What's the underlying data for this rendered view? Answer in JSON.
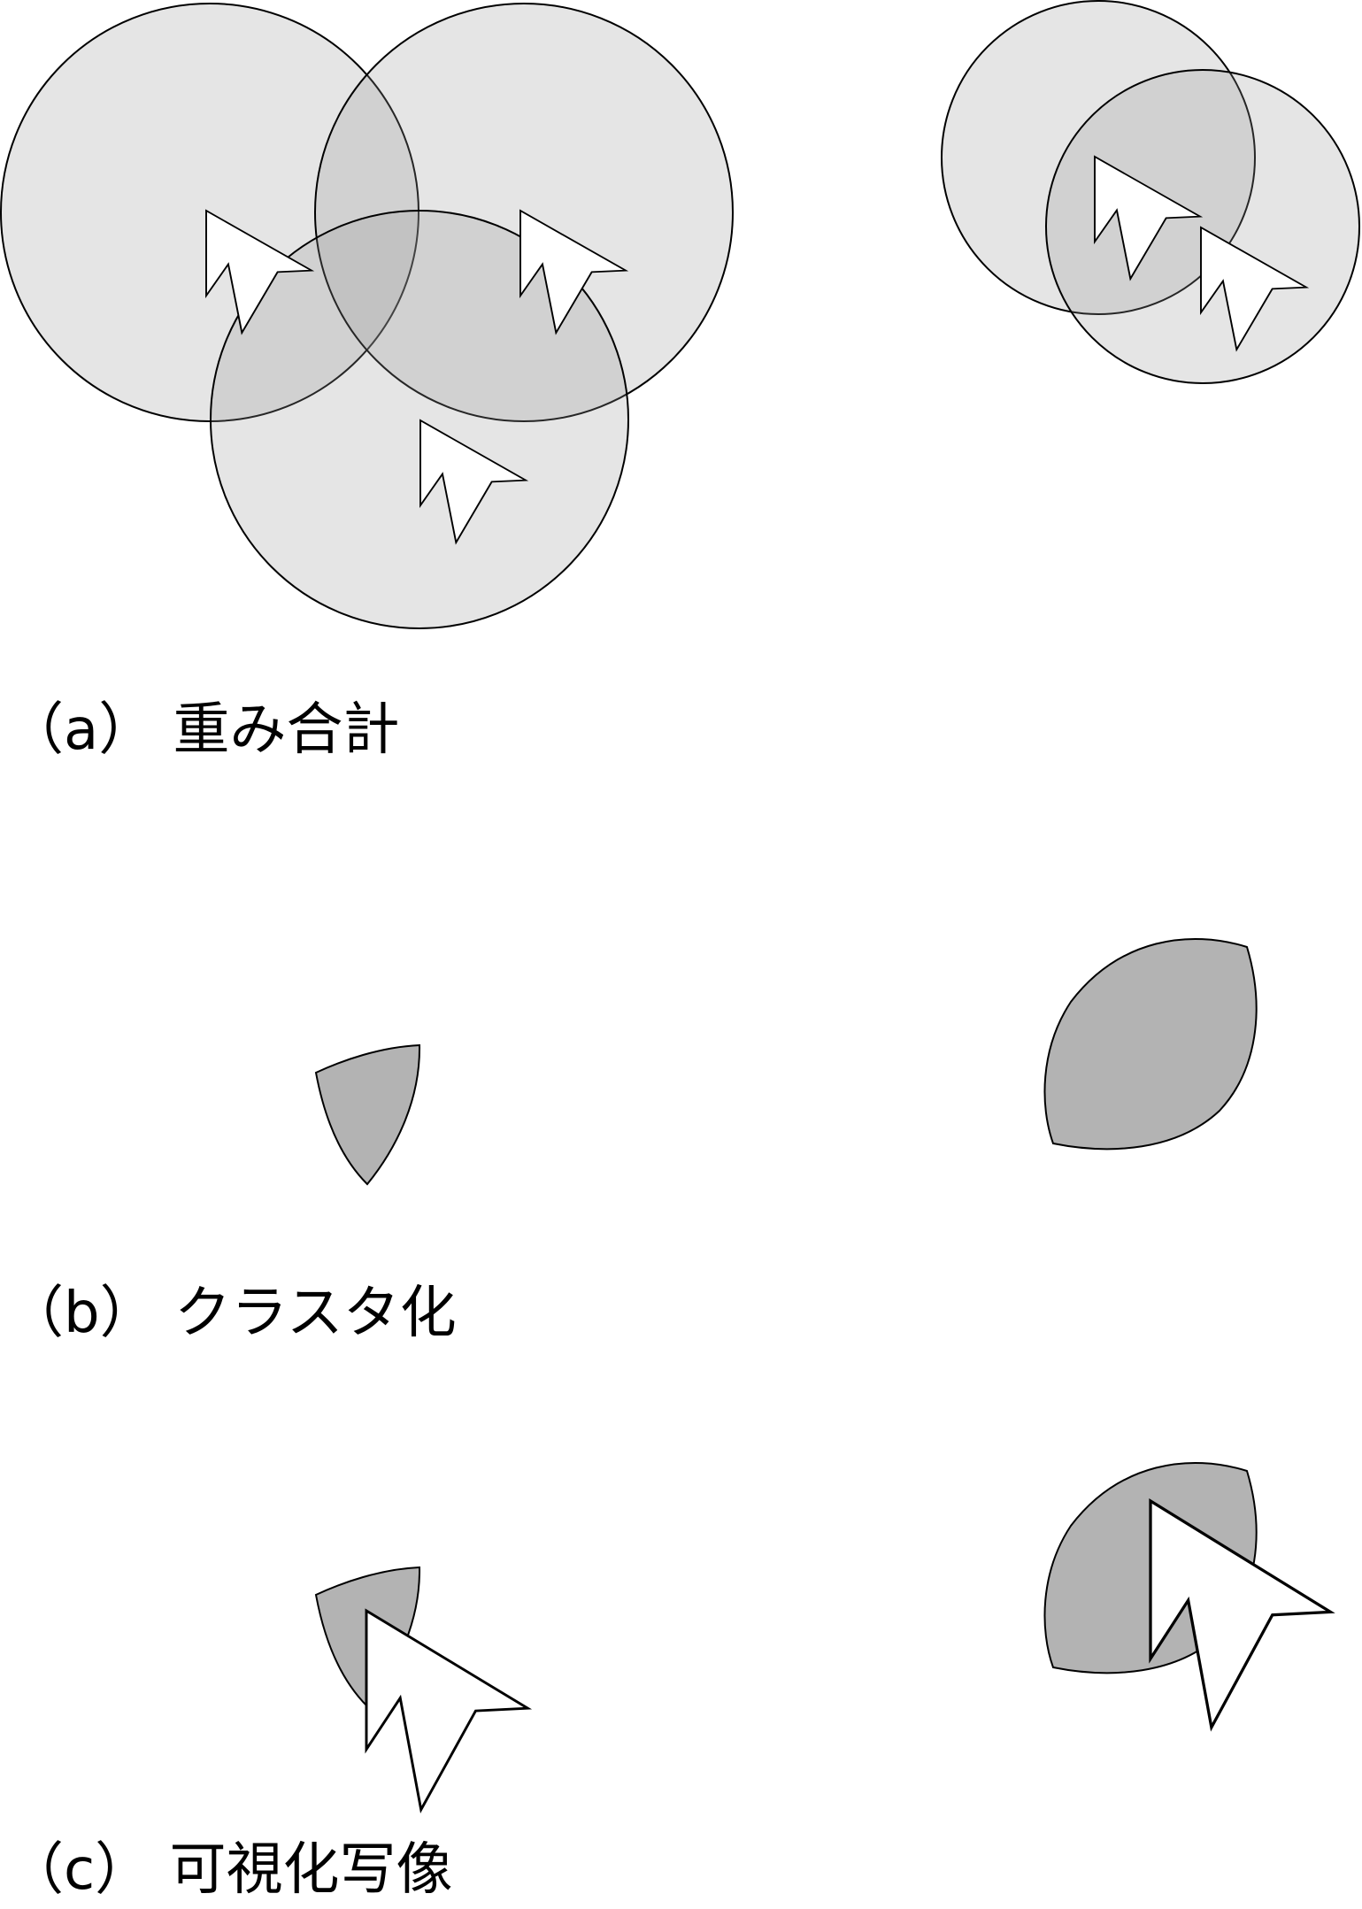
{
  "panels": {
    "a": {
      "label": "（a） 重み合計"
    },
    "b": {
      "label": "（b） クラスタ化"
    },
    "c": {
      "label": "（c） 可視化写像"
    }
  },
  "colors": {
    "circle_fill": "#999999",
    "cluster_fill": "#b3b3b3",
    "cursor_fill": "#ffffff",
    "outline": "#000000"
  },
  "icons": [
    "cursor-arrow-icon"
  ]
}
